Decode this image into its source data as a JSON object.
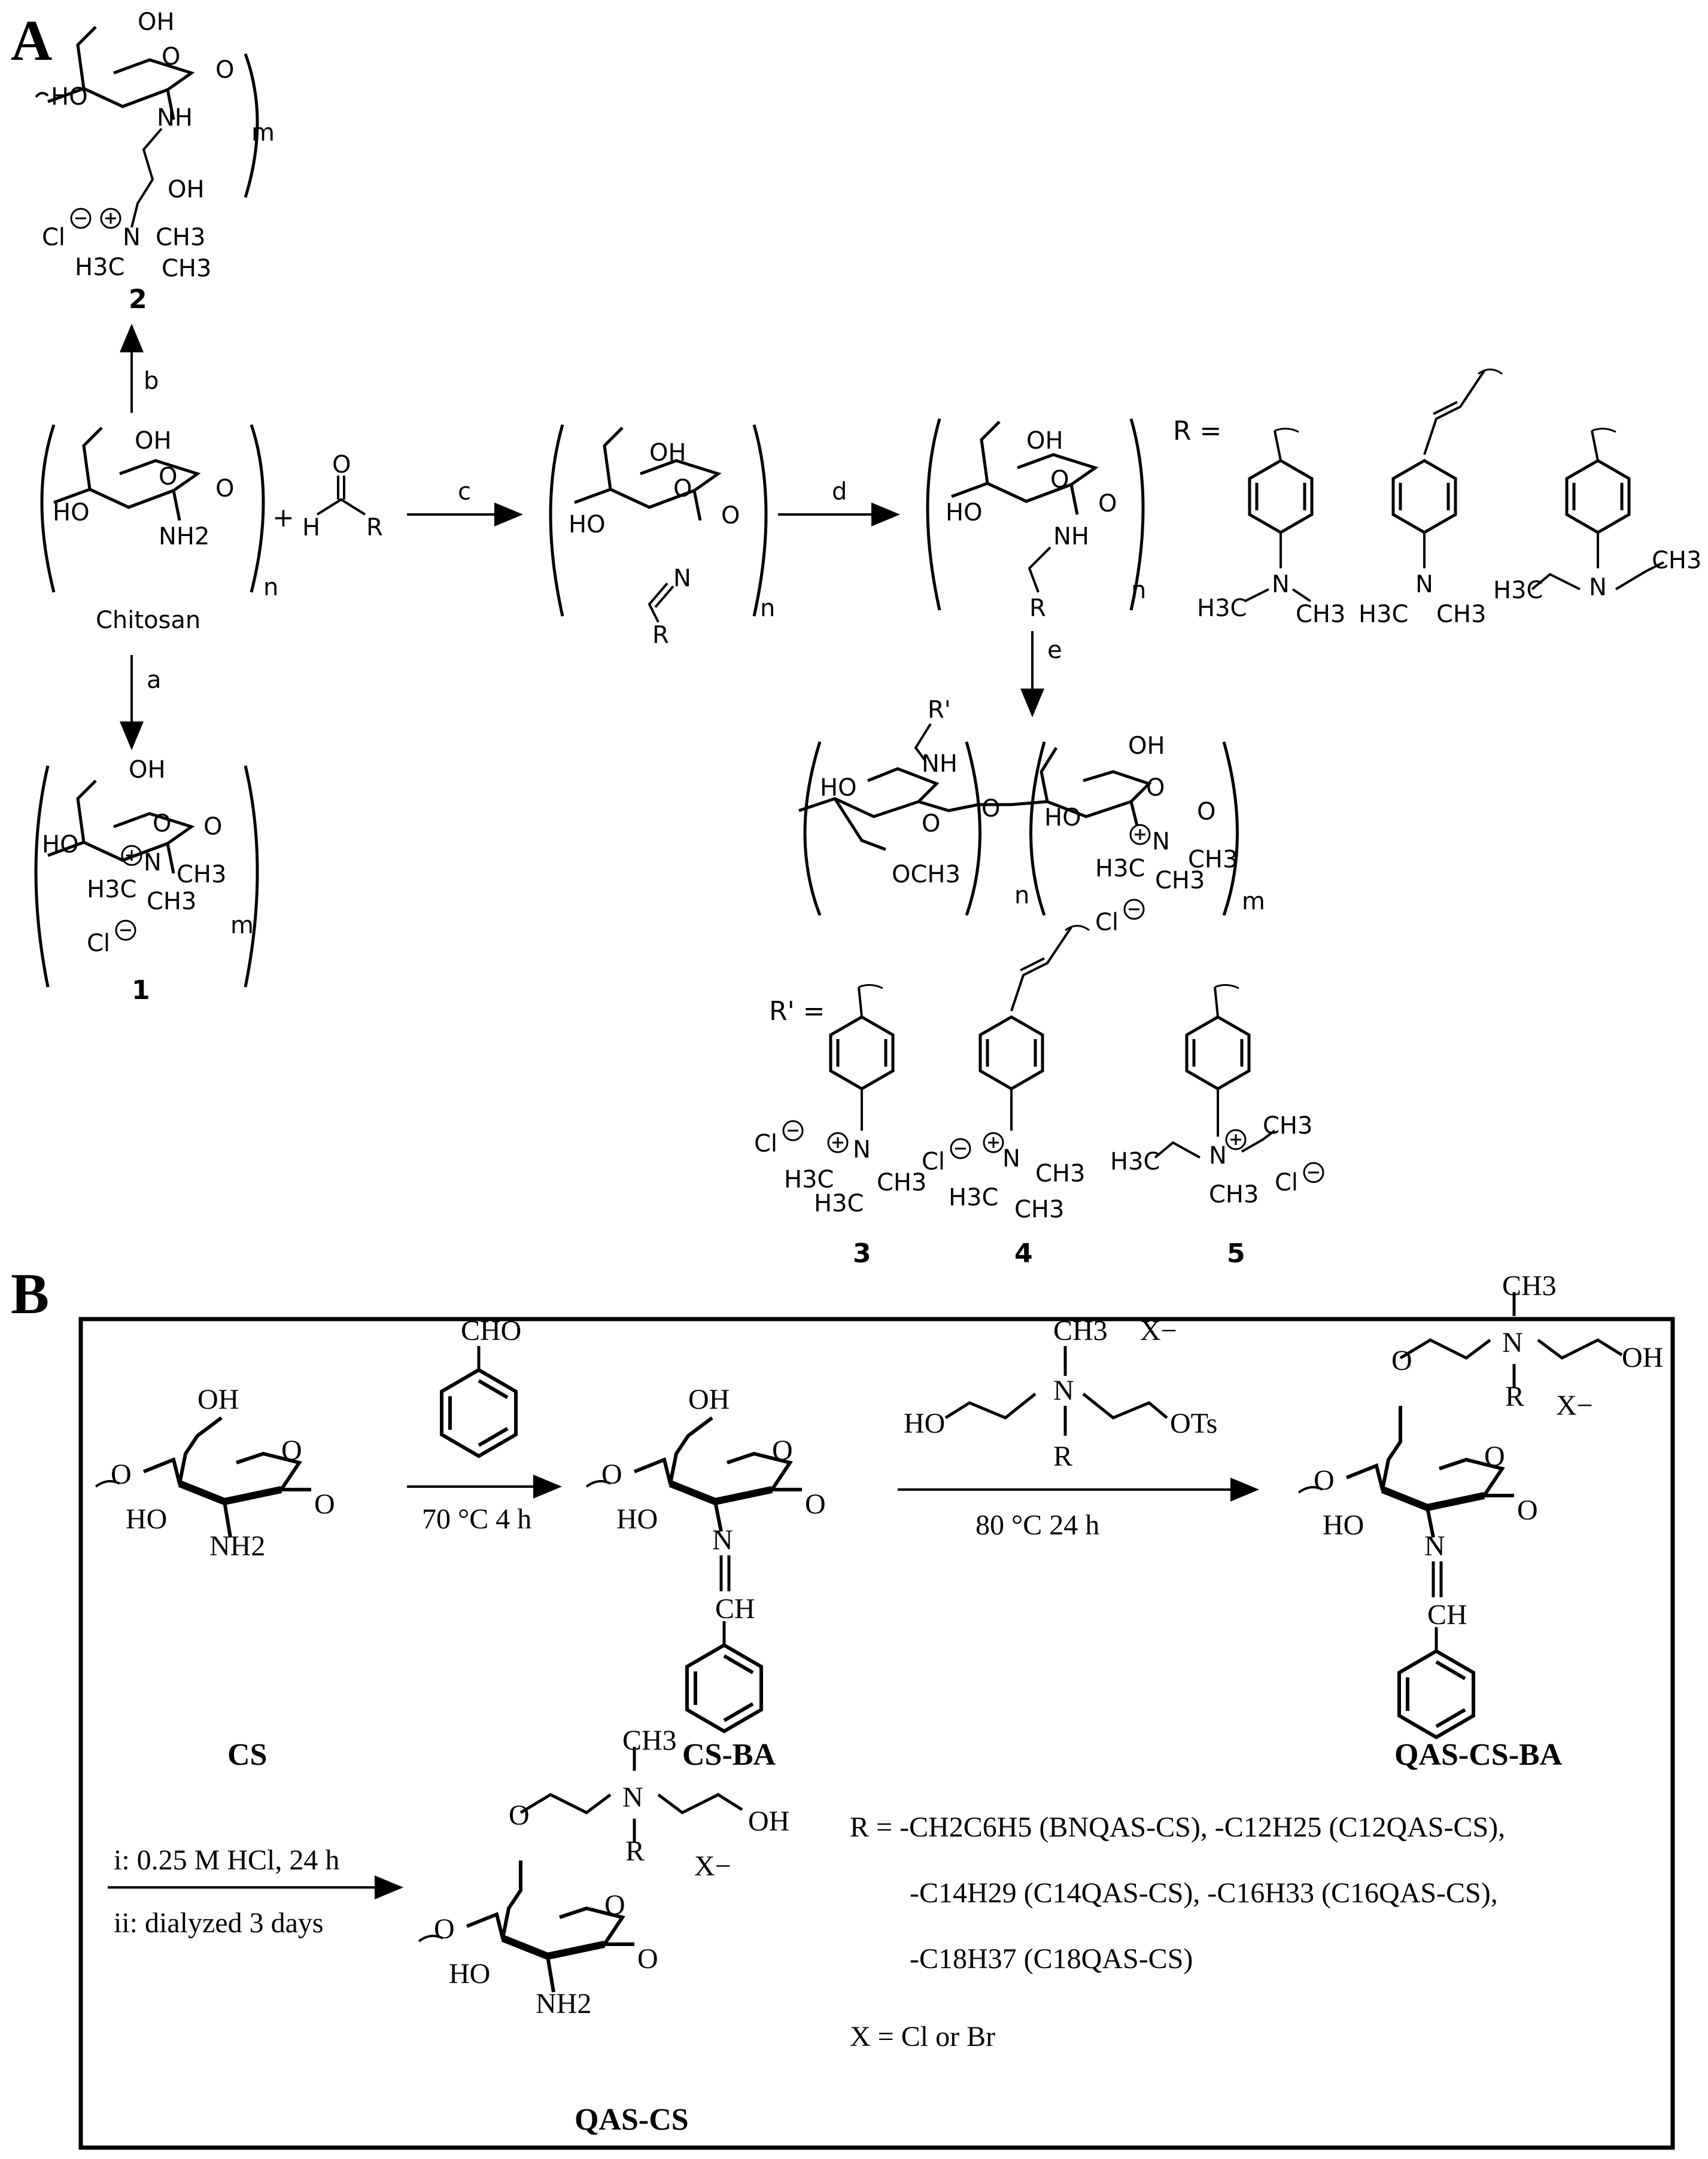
{
  "panel_a": {
    "label": "A",
    "chitosan_label": "Chitosan",
    "aldehyde": {
      "plus": "+",
      "o": "O",
      "h": "H",
      "r": "R"
    },
    "arrows": {
      "a": "a",
      "b": "b",
      "c": "c",
      "d": "d",
      "e": "e"
    },
    "compound_1": "1",
    "compound_2": "2",
    "compound_3": "3",
    "compound_4": "4",
    "compound_5": "5",
    "r_def": "R =",
    "rprime_def": "R' =",
    "sub_n": "n",
    "sub_m": "m",
    "atoms": {
      "oh": "OH",
      "ho": "HO",
      "o": "O",
      "nh": "NH",
      "nh2": "NH2",
      "n": "N",
      "r": "R",
      "cl": "Cl",
      "ch3": "CH3",
      "h3c": "H3C",
      "och3": "OCH3",
      "rprime": "R'"
    }
  },
  "panel_b": {
    "label": "B",
    "step1_reagent": "CHO",
    "step1_conditions": "70 °C  4 h",
    "step2_reagent_ch3": "CH3",
    "step2_reagent_x": "X−",
    "step2_reagent_ho": "HO",
    "step2_reagent_ots": "OTs",
    "step2_reagent_r": "R",
    "step2_conditions": "80 °C  24 h",
    "step3_line1": "i: 0.25 M HCl, 24 h",
    "step3_line2": "ii: dialyzed 3 days",
    "names": {
      "cs": "CS",
      "cs_ba": "CS-BA",
      "qas_cs_ba": "QAS-CS-BA",
      "qas_cs": "QAS-CS"
    },
    "r_line1": "R = -CH2C6H5 (BNQAS-CS), -C12H25 (C12QAS-CS),",
    "r_line2": "-C14H29 (C14QAS-CS),  -C16H33 (C16QAS-CS),",
    "r_line3": "-C18H37 (C18QAS-CS)",
    "x_def": "X = Cl or Br"
  }
}
